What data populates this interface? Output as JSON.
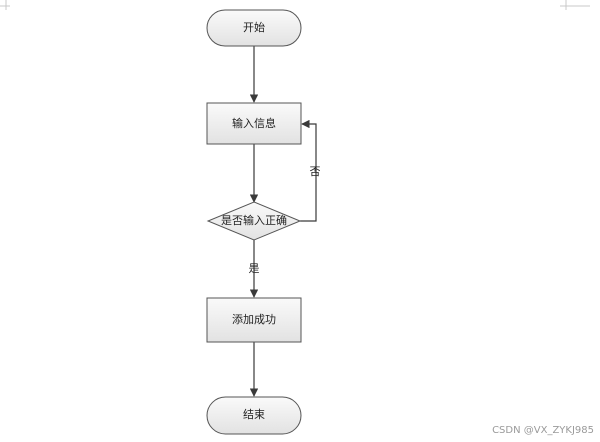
{
  "flowchart": {
    "nodes": {
      "start": {
        "label": "开始",
        "shape": "terminator"
      },
      "input_info": {
        "label": "输入信息",
        "shape": "process"
      },
      "check_input": {
        "label": "是否输入正确",
        "shape": "decision"
      },
      "add_success": {
        "label": "添加成功",
        "shape": "process"
      },
      "end": {
        "label": "结束",
        "shape": "terminator"
      }
    },
    "edges": {
      "start_to_input": {
        "from": "start",
        "to": "input_info",
        "label": ""
      },
      "input_to_check": {
        "from": "input_info",
        "to": "check_input",
        "label": ""
      },
      "check_no_loop": {
        "from": "check_input",
        "to": "input_info",
        "label": "否"
      },
      "check_yes": {
        "from": "check_input",
        "to": "add_success",
        "label": "是"
      },
      "add_to_end": {
        "from": "add_success",
        "to": "end",
        "label": ""
      }
    }
  },
  "watermark": {
    "text": "CSDN @VX_ZYKJ985"
  },
  "colors": {
    "node_fill_top": "#fafafa",
    "node_fill_bottom": "#e2e2e2",
    "node_stroke": "#555555",
    "edge_stroke": "#3a3a3a",
    "text": "#222222",
    "watermark": "#9a9a9a"
  }
}
